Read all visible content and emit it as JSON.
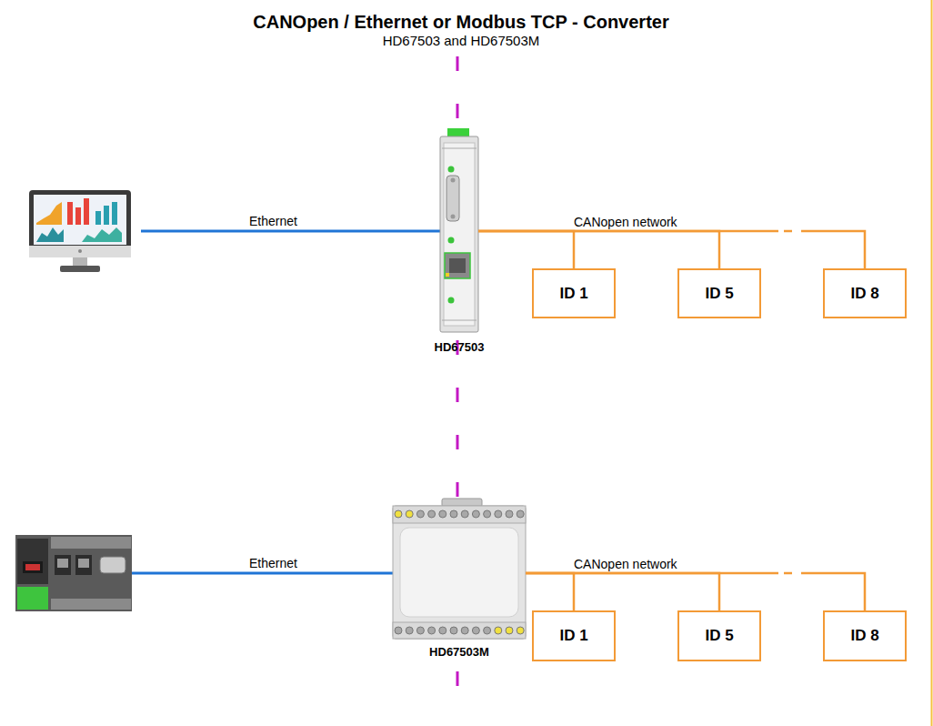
{
  "diagram": {
    "title": "CANOpen / Ethernet or Modbus TCP - Converter",
    "nodes": [
      {
        "text": [
          "HD67503"
        ]
      },
      {
        "text": [
          "ID 1"
        ]
      },
      {
        "text": [
          "ID 5"
        ]
      },
      {
        "text": [
          "ID 8"
        ]
      },
      {
        "text": [
          "HD67503M"
        ]
      },
      {
        "text": [
          "ID 1"
        ]
      },
      {
        "text": [
          "ID 5"
        ]
      },
      {
        "text": [
          "ID 8"
        ]
      }
    ],
    "edges": [
      {
        "from": 0,
        "to": 1,
        "arrow": "none"
      },
      {
        "from": 0,
        "to": 2,
        "label": "CANopen network",
        "arrow": "none"
      },
      {
        "from": 0,
        "to": 3,
        "arrow": "none"
      },
      {
        "from": 4,
        "to": 5,
        "arrow": "none"
      },
      {
        "from": 4,
        "to": 6,
        "label": "CANopen network",
        "arrow": "none"
      },
      {
        "from": 4,
        "to": 7,
        "arrow": "none"
      }
    ],
    "labels": [
      "HD67503 and HD67503M",
      "Ethernet",
      "Ethernet"
    ]
  }
}
